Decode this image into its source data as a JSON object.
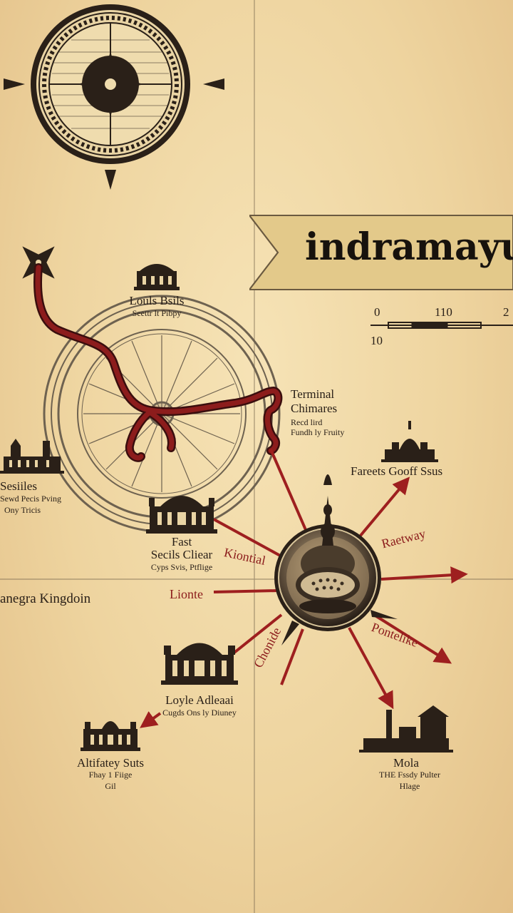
{
  "map": {
    "title": "indramayu",
    "colors": {
      "parchment": "#eed49f",
      "ink": "#2a2018",
      "route": "#8c1c1c",
      "banner": "#e6cf8f"
    },
    "scale_bar": {
      "top_labels": [
        "0",
        "110",
        "2"
      ],
      "bottom_label": "10"
    },
    "places": {
      "north_temple": {
        "name": "Louls Bsils",
        "sub": "Seettr lt Pibpy"
      },
      "terminal": {
        "name": "Terminal",
        "line2": "Chimares",
        "sub1": "Recd lird",
        "sub2": "Fundh ly Fruity"
      },
      "west": {
        "name": "Sesiiles",
        "sub1": "Sewd Pecis Pving",
        "sub2": "Ony Tricis"
      },
      "fest": {
        "name": "Fast",
        "line2": "Secils Cliear",
        "sub": "Cyps Svis, Ptflige"
      },
      "fareess": {
        "name": "Fareets Gooff Ssus"
      },
      "kingdom": {
        "name": "anegra Kingdoin"
      },
      "loyle": {
        "name": "Loyle Adleaai",
        "sub": "Cugds Ons ly Diuney"
      },
      "altifatey": {
        "name": "Altifatey Suts",
        "sub1": "Fhay 1 Fiige",
        "sub2": "Gil"
      },
      "mola": {
        "name": "Mola",
        "sub1": "THE Fssdy Pulter",
        "sub2": "Hlage"
      }
    },
    "routes": {
      "kiontial": "Kiontial",
      "lionte": "Lionte",
      "raetway": "Raetway",
      "ponteliise": "Pontelike",
      "chonide": "Chonide"
    }
  }
}
